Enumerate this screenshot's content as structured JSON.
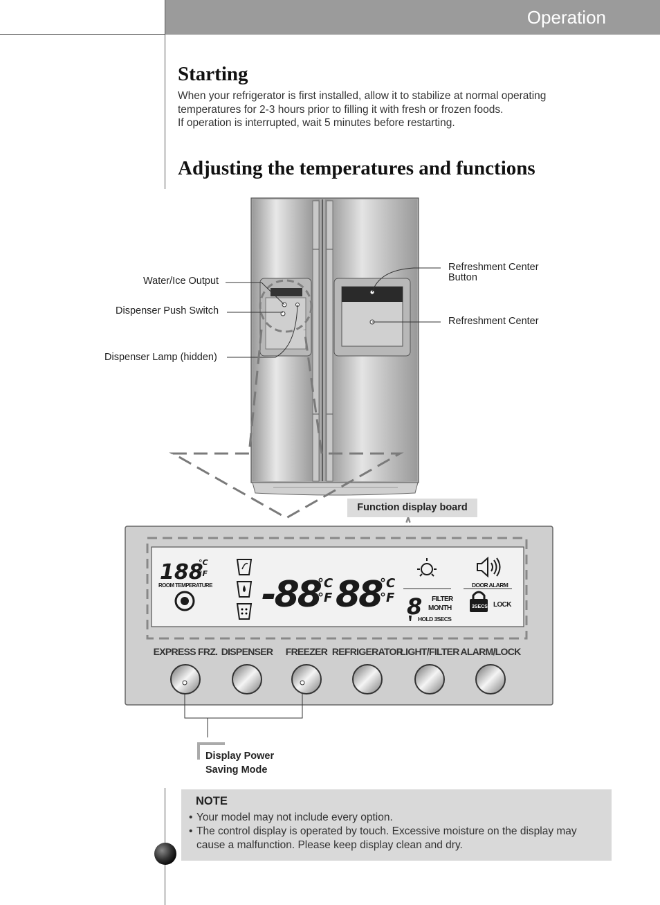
{
  "header": {
    "section": "Operation"
  },
  "starting": {
    "title": "Starting",
    "lines": [
      "When your refrigerator is first installed, allow it to stabilize at normal operating",
      "temperatures for 2-3 hours prior to filling it with fresh or frozen foods.",
      "If operation is interrupted, wait 5 minutes before restarting."
    ]
  },
  "adjusting": {
    "title": "Adjusting the temperatures and functions"
  },
  "fridge_callouts": {
    "water_ice_output": "Water/Ice Output",
    "dispenser_push_switch": "Dispenser Push Switch",
    "dispenser_lamp": "Dispenser Lamp (hidden)",
    "refreshment_center_button_line1": "Refreshment Center",
    "refreshment_center_button_line2": "Button",
    "refreshment_center": "Refreshment Center"
  },
  "display_board_label": "Function display board",
  "display": {
    "room_temp_digits": "188",
    "room_temp_label": "ROOM TEMPERATURE",
    "freezer_digits": "-88",
    "fridge_digits": "88",
    "unit_c": "°C",
    "unit_f": "°F",
    "filter_digit": "8",
    "filter_label": "FILTER",
    "month_label": "MONTH",
    "hold_label": "HOLD 3SECS",
    "door_alarm_label": "DOOR ALARM",
    "lock_label": "LOCK",
    "lock_badge": "3SECS"
  },
  "buttons": [
    {
      "label": "EXPRESS FRZ."
    },
    {
      "label": "DISPENSER"
    },
    {
      "label": "FREEZER"
    },
    {
      "label": "REFRIGERATOR"
    },
    {
      "label": "LIGHT/FILTER"
    },
    {
      "label": "ALARM/LOCK"
    }
  ],
  "display_power_saving": {
    "line1": "Display Power",
    "line2": "Saving Mode"
  },
  "note": {
    "title": "NOTE",
    "items": [
      "Your model may not include every option.",
      "The control display is operated by touch. Excessive moisture on the display may cause a malfunction. Please keep display clean and dry."
    ]
  },
  "colors": {
    "header_bar": "#9b9b9b",
    "note_bg": "#d9d9d9",
    "label_bg": "#dcdcdc",
    "panel": "#cfcfcf"
  },
  "icons": [
    "water-glass-icon",
    "water-drop-icon",
    "ice-cubes-icon",
    "light-bulb-icon",
    "speaker-icon",
    "lock-icon",
    "fan-icon",
    "filter-icon"
  ]
}
